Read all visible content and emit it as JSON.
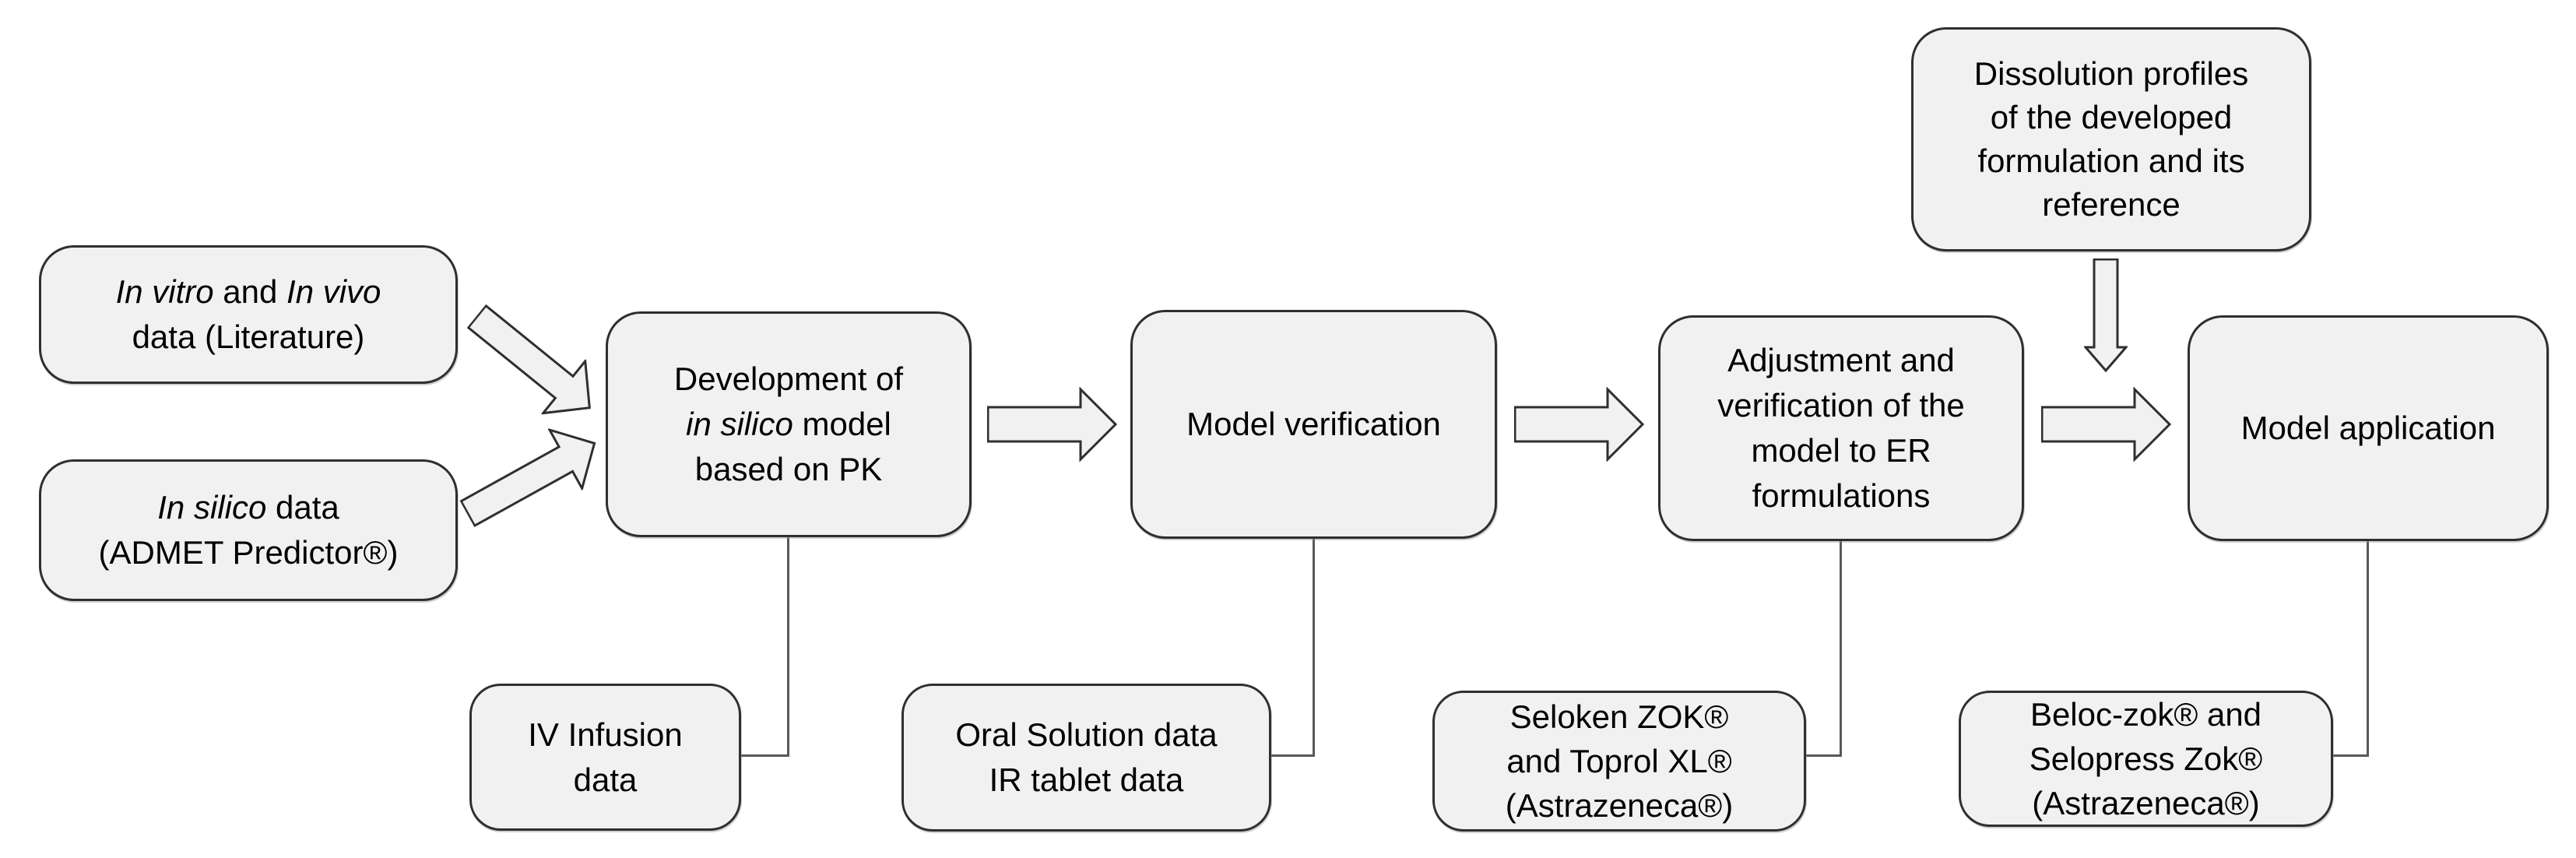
{
  "diagram": {
    "title": "PBPK in silico model development workflow",
    "colors": {
      "background": "#ffffff",
      "box_fill": "#f1f1f1",
      "box_border": "#2f2f2f",
      "connector": "#595959",
      "text": "#000000"
    },
    "nodes": {
      "invitro": {
        "lines": [
          [
            {
              "t": "In vitro",
              "i": true
            },
            {
              "t": " and ",
              "i": false
            },
            {
              "t": "In vivo",
              "i": true
            }
          ],
          [
            {
              "t": "data (Literature)",
              "i": false
            }
          ]
        ]
      },
      "insilico": {
        "lines": [
          [
            {
              "t": "In silico",
              "i": true
            },
            {
              "t": " data",
              "i": false
            }
          ],
          [
            {
              "t": "(ADMET Predictor®)",
              "i": false
            }
          ]
        ]
      },
      "development": {
        "lines": [
          [
            {
              "t": "Development of",
              "i": false
            }
          ],
          [
            {
              "t": "in silico",
              "i": true
            },
            {
              "t": " model",
              "i": false
            }
          ],
          [
            {
              "t": "based on PK",
              "i": false
            }
          ]
        ]
      },
      "verification": {
        "lines": [
          [
            {
              "t": "Model verification",
              "i": false
            }
          ]
        ]
      },
      "adjustment": {
        "lines": [
          [
            {
              "t": "Adjustment and",
              "i": false
            }
          ],
          [
            {
              "t": "verification of the",
              "i": false
            }
          ],
          [
            {
              "t": "model to ER",
              "i": false
            }
          ],
          [
            {
              "t": "formulations",
              "i": false
            }
          ]
        ]
      },
      "application": {
        "lines": [
          [
            {
              "t": "Model application",
              "i": false
            }
          ]
        ]
      },
      "dissolution": {
        "lines": [
          [
            {
              "t": "Dissolution profiles",
              "i": false
            }
          ],
          [
            {
              "t": "of the developed",
              "i": false
            }
          ],
          [
            {
              "t": "formulation and its",
              "i": false
            }
          ],
          [
            {
              "t": "reference",
              "i": false
            }
          ]
        ]
      },
      "iv_infusion": {
        "lines": [
          [
            {
              "t": "IV Infusion",
              "i": false
            }
          ],
          [
            {
              "t": "data",
              "i": false
            }
          ]
        ]
      },
      "oral_solution": {
        "lines": [
          [
            {
              "t": "Oral Solution data",
              "i": false
            }
          ],
          [
            {
              "t": "IR tablet data",
              "i": false
            }
          ]
        ]
      },
      "seloken": {
        "lines": [
          [
            {
              "t": "Seloken ZOK®",
              "i": false
            }
          ],
          [
            {
              "t": "and Toprol XL®",
              "i": false
            }
          ],
          [
            {
              "t": "(Astrazeneca®)",
              "i": false
            }
          ]
        ]
      },
      "beloc": {
        "lines": [
          [
            {
              "t": "Beloc-zok® and",
              "i": false
            }
          ],
          [
            {
              "t": "Selopress Zok®",
              "i": false
            }
          ],
          [
            {
              "t": "(Astrazeneca®)",
              "i": false
            }
          ]
        ]
      }
    },
    "connections": [
      {
        "from": "invitro",
        "to": "development",
        "style": "block-arrow-diagonal-down-right"
      },
      {
        "from": "insilico",
        "to": "development",
        "style": "block-arrow-diagonal-up-right"
      },
      {
        "from": "development",
        "to": "verification",
        "style": "block-arrow-right"
      },
      {
        "from": "verification",
        "to": "adjustment",
        "style": "block-arrow-right"
      },
      {
        "from": "adjustment",
        "to": "application",
        "style": "block-arrow-right"
      },
      {
        "from": "dissolution",
        "to": "application",
        "style": "block-arrow-down"
      },
      {
        "from": "development",
        "to": "iv_infusion",
        "style": "elbow-line"
      },
      {
        "from": "verification",
        "to": "oral_solution",
        "style": "elbow-line"
      },
      {
        "from": "adjustment",
        "to": "seloken",
        "style": "elbow-line"
      },
      {
        "from": "application",
        "to": "beloc",
        "style": "elbow-line"
      }
    ]
  }
}
